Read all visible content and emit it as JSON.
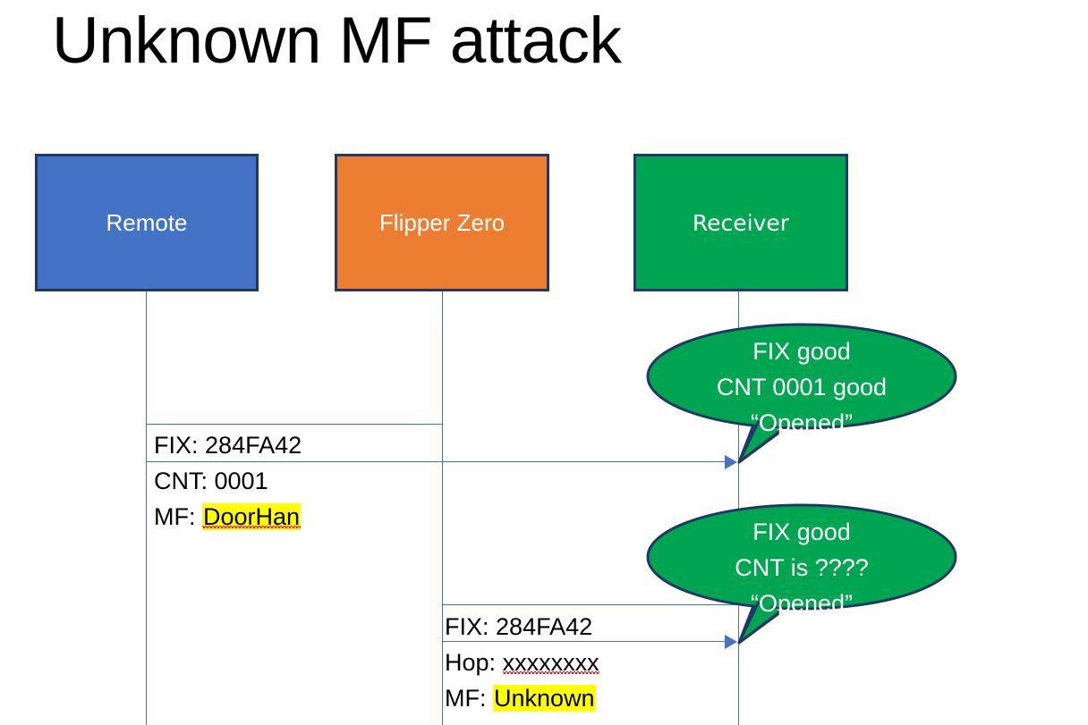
{
  "slide": {
    "title": "Unknown MF attack",
    "background": "#ffffff"
  },
  "colors": {
    "remote_box": "#4472C4",
    "flipper_box": "#ED7D31",
    "receiver_box": "#00A551",
    "box_border": "#1F3864",
    "lifeline": "#4472C4",
    "arrow": "#4472C4",
    "callout_fill": "#00A551",
    "callout_border": "#1F3864",
    "highlight": "#FFFF00",
    "spellcheck_underline": "#E01B1B",
    "text": "#000000",
    "box_label_text": "#ffffff"
  },
  "actors": [
    {
      "id": "remote",
      "label": "Remote"
    },
    {
      "id": "flipper",
      "label": "Flipper Zero"
    },
    {
      "id": "receiver",
      "label": "Receiver"
    }
  ],
  "messages": [
    {
      "id": "msg-1",
      "from": "remote",
      "to": "receiver",
      "lines": [
        {
          "label": "FIX:",
          "value": "284FA42",
          "highlighted": false,
          "spellcheck_error": false
        },
        {
          "label": "CNT:",
          "value": "0001",
          "highlighted": false,
          "spellcheck_error": false
        },
        {
          "label": "MF:",
          "value": "DoorHan",
          "highlighted": true,
          "spellcheck_error": true
        }
      ]
    },
    {
      "id": "msg-2",
      "from": "flipper",
      "to": "receiver",
      "lines": [
        {
          "label": "FIX:",
          "value": "284FA42",
          "highlighted": false,
          "spellcheck_error": false
        },
        {
          "label": "Hop:",
          "value": "xxxxxxxx",
          "highlighted": false,
          "spellcheck_error": true
        },
        {
          "label": "MF:",
          "value": "Unknown",
          "highlighted": true,
          "spellcheck_error": false
        }
      ]
    }
  ],
  "callouts": [
    {
      "id": "callout-1",
      "owner": "receiver",
      "line1": "FIX good",
      "line2": "CNT 0001 good",
      "line3": "“Opened”"
    },
    {
      "id": "callout-2",
      "owner": "receiver",
      "line1": "FIX good",
      "line2": "CNT is ????",
      "line3": "“Opened”"
    }
  ]
}
